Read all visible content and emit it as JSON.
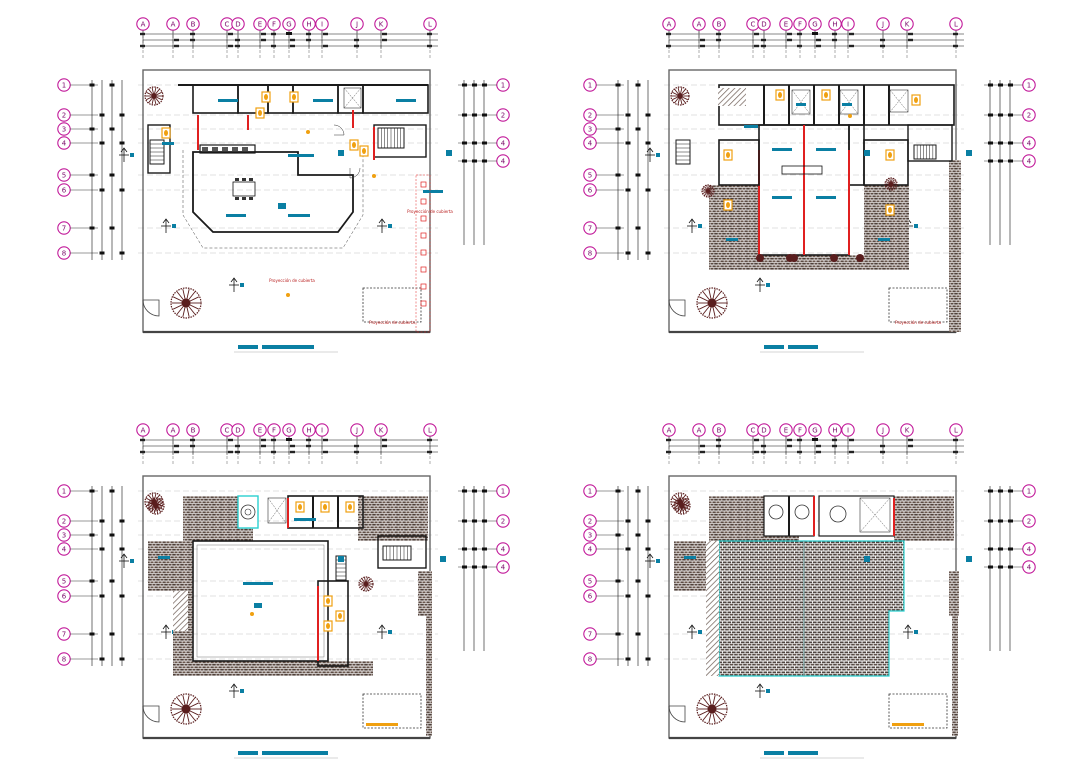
{
  "drawing": {
    "column_grid_labels": [
      "A",
      "A",
      "B",
      "C",
      "D",
      "E",
      "F",
      "G",
      "H",
      "I",
      "J",
      "K",
      "L"
    ],
    "row_grid_labels": [
      "1",
      "2",
      "3",
      "4",
      "5",
      "6",
      "7",
      "8"
    ],
    "right_row_grid_labels": [
      "1",
      "2",
      "4",
      "4"
    ],
    "colors": {
      "bubble": "#c21a9a",
      "wall": "#1a1a1a",
      "red_wall": "#e02020",
      "blue_tag": "#0a7fa3",
      "tree": "#5a1e1e",
      "stone": "#5b4a42",
      "door_orange": "#f0a010",
      "cyan_edge": "#2bd0d0"
    },
    "sheets": [
      {
        "id": "plan-1",
        "name": "ground-floor-plan",
        "annotations": [
          "Proyección de cubierta",
          "Proyección de cubierta",
          "Proyección de cubierta"
        ]
      },
      {
        "id": "plan-2",
        "name": "upper-floor-plan",
        "annotations": [
          "Proyección de cubierta"
        ]
      },
      {
        "id": "plan-3",
        "name": "third-level-plan",
        "annotations": []
      },
      {
        "id": "plan-4",
        "name": "roof-plan",
        "annotations": []
      }
    ]
  }
}
